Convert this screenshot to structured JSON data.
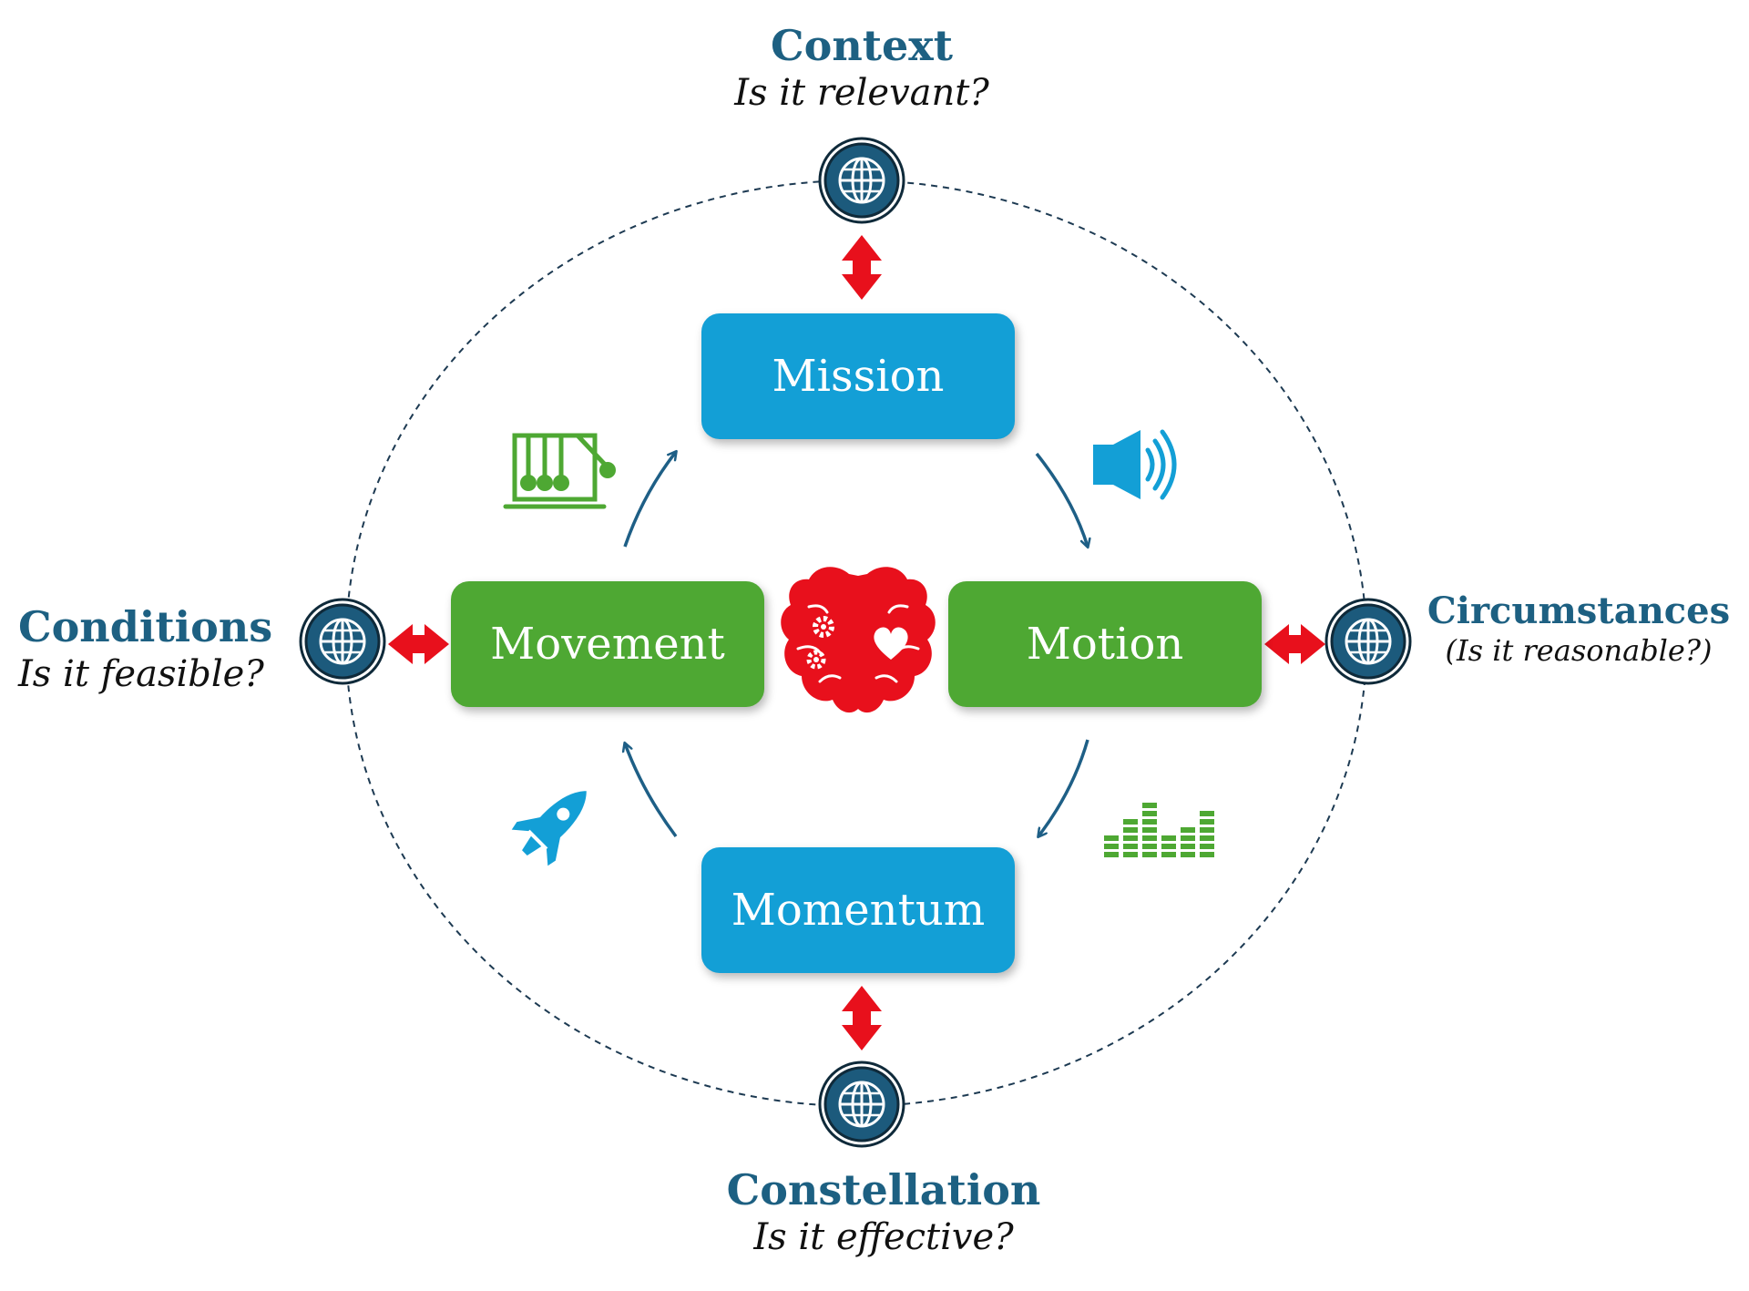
{
  "colors": {
    "blue_box": "#139fd6",
    "green_box": "#4ea833",
    "title_text": "#1d6082",
    "arrow_red": "#e8101c",
    "flow_arrow": "#1e5f86",
    "globe_fill": "#1c5a7c",
    "brain_red": "#e8101c"
  },
  "outer_nodes": {
    "context": {
      "title": "Context",
      "question": "Is it relevant?"
    },
    "conditions": {
      "title": "Conditions",
      "question": "Is it feasible?"
    },
    "circumstances": {
      "title": "Circumstances",
      "question": "(Is it reasonable?)"
    },
    "constellation": {
      "title": "Constellation",
      "question": "Is it effective?"
    }
  },
  "inner_boxes": {
    "mission": "Mission",
    "motion": "Motion",
    "momentum": "Momentum",
    "movement": "Movement"
  },
  "icons": [
    "globe-icon",
    "newtons-cradle-icon",
    "speaker-icon",
    "equalizer-icon",
    "rocket-icon",
    "brain-icon",
    "gears-icon",
    "heart-icon"
  ]
}
